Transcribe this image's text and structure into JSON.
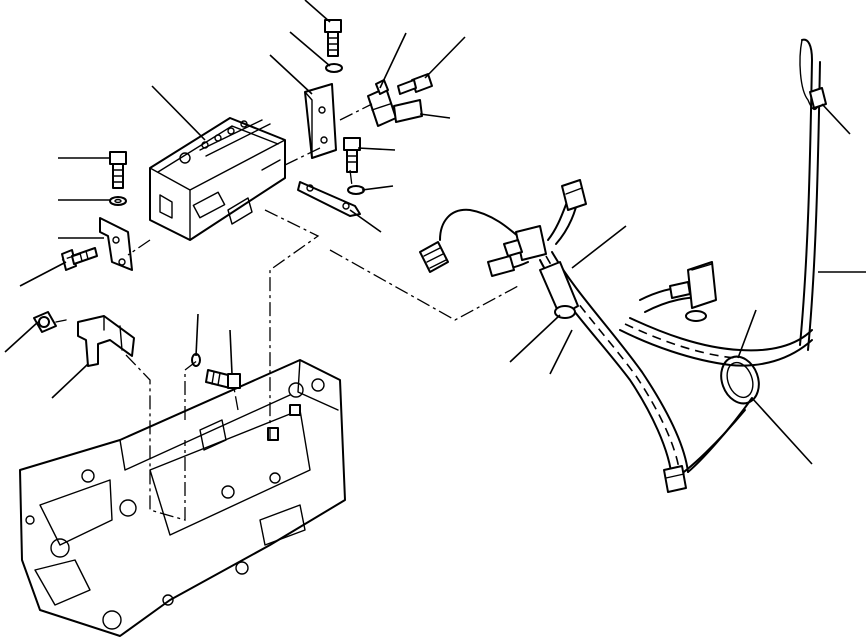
{
  "figure": {
    "kind": "exploded parts diagram",
    "style": "black line art on white",
    "components": [
      "controller-box",
      "mounting-bracket-left",
      "mounting-bracket-right",
      "bolt",
      "washer",
      "connector",
      "fuse-holder",
      "wiring-harness",
      "sensor",
      "harness-clamp",
      "cable-clip",
      "frame-panel"
    ],
    "callout_count": 20
  },
  "colors": {
    "ink": "#000000",
    "paper": "#ffffff"
  }
}
